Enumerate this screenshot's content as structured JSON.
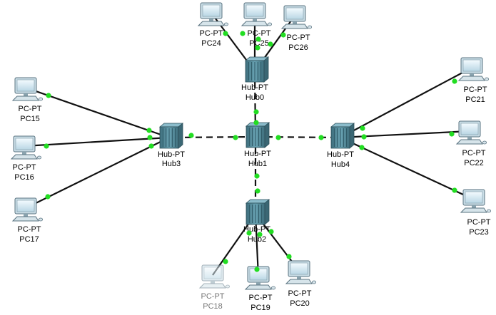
{
  "topology": {
    "hubs": [
      {
        "id": "hub0",
        "type": "Hub-PT",
        "name": "Hub0"
      },
      {
        "id": "hub1",
        "type": "Hub-PT",
        "name": "Hub1"
      },
      {
        "id": "hub2",
        "type": "Hub-PT",
        "name": "Hub2"
      },
      {
        "id": "hub3",
        "type": "Hub-PT",
        "name": "Hub3"
      },
      {
        "id": "hub4",
        "type": "Hub-PT",
        "name": "Hub4"
      }
    ],
    "pcs": [
      {
        "id": "pc24",
        "type": "PC-PT",
        "name": "PC24"
      },
      {
        "id": "pc25",
        "type": "PC-PT",
        "name": "PC25"
      },
      {
        "id": "pc26",
        "type": "PC-PT",
        "name": "PC26"
      },
      {
        "id": "pc15",
        "type": "PC-PT",
        "name": "PC15"
      },
      {
        "id": "pc16",
        "type": "PC-PT",
        "name": "PC16"
      },
      {
        "id": "pc17",
        "type": "PC-PT",
        "name": "PC17"
      },
      {
        "id": "pc21",
        "type": "PC-PT",
        "name": "PC21"
      },
      {
        "id": "pc22",
        "type": "PC-PT",
        "name": "PC22"
      },
      {
        "id": "pc23",
        "type": "PC-PT",
        "name": "PC23"
      },
      {
        "id": "pc18",
        "type": "PC-PT",
        "name": "PC18"
      },
      {
        "id": "pc19",
        "type": "PC-PT",
        "name": "PC19"
      },
      {
        "id": "pc20",
        "type": "PC-PT",
        "name": "PC20"
      }
    ],
    "links": [
      {
        "from": "pc24",
        "to": "hub0",
        "style": "solid"
      },
      {
        "from": "pc25",
        "to": "hub0",
        "style": "solid"
      },
      {
        "from": "pc26",
        "to": "hub0",
        "style": "solid"
      },
      {
        "from": "hub0",
        "to": "hub1",
        "style": "dashed"
      },
      {
        "from": "hub1",
        "to": "hub2",
        "style": "dashed"
      },
      {
        "from": "hub1",
        "to": "hub3",
        "style": "dashed"
      },
      {
        "from": "hub1",
        "to": "hub4",
        "style": "dashed"
      },
      {
        "from": "pc15",
        "to": "hub3",
        "style": "solid"
      },
      {
        "from": "pc16",
        "to": "hub3",
        "style": "solid"
      },
      {
        "from": "pc17",
        "to": "hub3",
        "style": "solid"
      },
      {
        "from": "pc21",
        "to": "hub4",
        "style": "solid"
      },
      {
        "from": "pc22",
        "to": "hub4",
        "style": "solid"
      },
      {
        "from": "pc23",
        "to": "hub4",
        "style": "solid"
      },
      {
        "from": "pc18",
        "to": "hub2",
        "style": "solid"
      },
      {
        "from": "pc19",
        "to": "hub2",
        "style": "solid"
      },
      {
        "from": "pc20",
        "to": "hub2",
        "style": "solid"
      }
    ],
    "link_status_color": "#22dd22",
    "line_color": "#111111",
    "hub_color": "#5f97a6",
    "pc_color": "#dce9ef"
  }
}
